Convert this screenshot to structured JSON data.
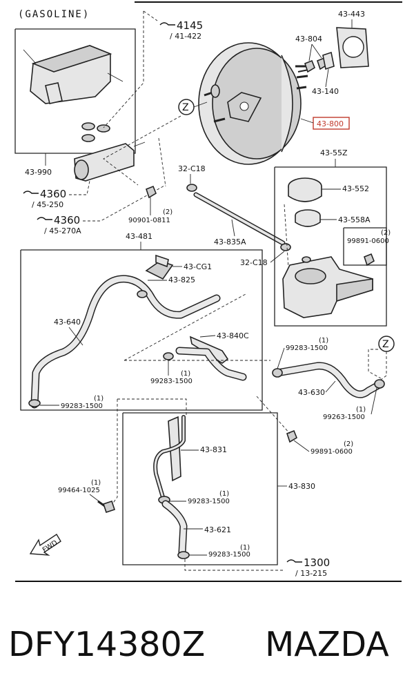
{
  "header": {
    "variant": "(GASOLINE)"
  },
  "refs": {
    "r4145": {
      "main": "4145",
      "sub": "/ 41-422"
    },
    "r4360a": {
      "main": "4360",
      "sub": "/ 45-250"
    },
    "r4360b": {
      "main": "4360",
      "sub": "/ 45-270A"
    },
    "r1300": {
      "main": "1300",
      "sub": "/ 13-215"
    }
  },
  "labels": {
    "p43_443": "43-443",
    "p43_804": "43-804",
    "p43_140": "43-140",
    "p43_800": "43-800",
    "p43_990": "43-990",
    "p32_c18_top": "32-C18",
    "p90901_qty": "(2)",
    "p90901": "90901-0811",
    "p43_835a": "43-835A",
    "p32_c18_bot": "32-C18",
    "p43_55z": "43-55Z",
    "p43_552": "43-552",
    "p43_558a": "43-558A",
    "p99891_top_qty": "(2)",
    "p99891_top": "99891-0600",
    "p43_481": "43-481",
    "p43_cg1": "43-CG1",
    "p43_825": "43-825",
    "p43_640": "43-640",
    "p43_840c": "43-840C",
    "p99283_a_qty": "(1)",
    "p99283_a": "99283-1500",
    "p99283_b_qty": "(1)",
    "p99283_b": "99283-1500",
    "p99283_c_qty": "(1)",
    "p99283_c": "99283-1500",
    "p43_630": "43-630",
    "p99263_qty": "(1)",
    "p99263": "99263-1500",
    "p99891_bot_qty": "(2)",
    "p99891_bot": "99891-0600",
    "p43_831": "43-831",
    "p43_830": "43-830",
    "p99464_qty": "(1)",
    "p99464": "99464-1025",
    "p99283_d_qty": "(1)",
    "p99283_d": "99283-1500",
    "p43_621": "43-621",
    "p99283_e_qty": "(1)",
    "p99283_e": "99283-1500",
    "z_marker": "Z",
    "fwd": "FWD"
  },
  "highlight_color": "#c0392b",
  "caption": {
    "part_number": "DFY14380Z",
    "brand": "MAZDA"
  }
}
